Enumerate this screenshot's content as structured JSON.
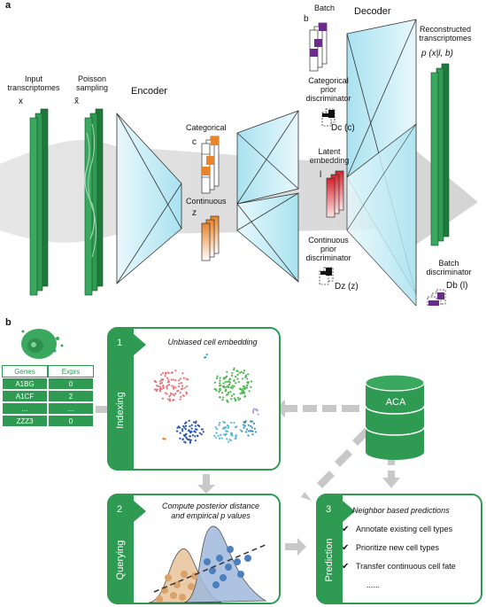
{
  "panel_a": {
    "letter": "a",
    "input_label": "Input transcriptomes",
    "input_symbol": "x",
    "sampling_label": "Poisson sampling",
    "sampling_symbol": "x̃",
    "encoder_label": "Encoder",
    "categorical_label": "Categorical",
    "categorical_symbol": "c",
    "continuous_label": "Continuous",
    "continuous_symbol": "z",
    "batch_label": "Batch",
    "batch_symbol": "b",
    "decoder_label": "Decoder",
    "cat_disc_label": "Categorical prior discriminator",
    "cat_disc_symbol": "Dc (c)",
    "latent_label": "Latent embedding",
    "latent_symbol": "l",
    "cont_disc_label": "Continuous prior discriminator",
    "cont_disc_symbol": "Dz (z)",
    "recon_label": "Reconstructed transcriptomes",
    "recon_symbol": "p (x|l, b)",
    "batch_disc_label": "Batch discriminator",
    "batch_disc_symbol": "Db (l)"
  },
  "panel_b": {
    "letter": "b",
    "table": {
      "headers": [
        "Genes",
        "Exprs"
      ],
      "rows": [
        [
          "A1BG",
          "0"
        ],
        [
          "A1CF",
          "2"
        ],
        [
          "...",
          "..."
        ],
        [
          "ZZZ3",
          "0"
        ]
      ]
    },
    "database_label": "ACA",
    "indexing": {
      "num": "1",
      "side": "Indexing",
      "title": "Unbiased cell embedding"
    },
    "querying": {
      "num": "2",
      "side": "Querying",
      "title_line1": "Compute posterior distance",
      "title_line2": "and empirical p values"
    },
    "prediction": {
      "num": "3",
      "side": "Prediction",
      "title": "Neighbor based predictions",
      "check": "✔",
      "items": [
        "Annotate existing cell types",
        "Prioritize new cell types",
        "Transfer continuous cell fate"
      ],
      "ellipsis": "......"
    }
  },
  "colors": {
    "green": "#2f9a52",
    "dark_green": "#1e7a3c",
    "cyan": "#bfe9f3",
    "orange": "#e8842a",
    "purple": "#6b2b8a",
    "red": "#d6232e",
    "arrow_gray": "#c8c8c8"
  }
}
